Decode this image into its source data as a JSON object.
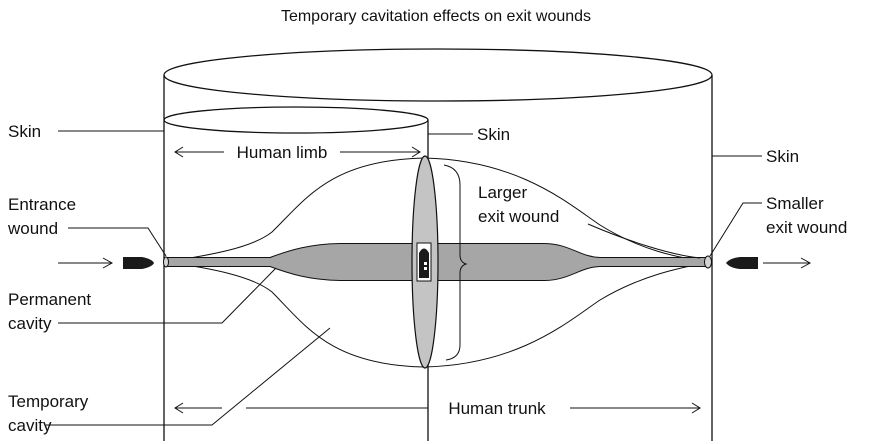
{
  "title": "Temporary cavitation effects on exit wounds",
  "labels": {
    "skin_left": "Skin",
    "skin_middle": "Skin",
    "skin_right": "Skin",
    "human_limb": "Human limb",
    "human_trunk": "Human trunk",
    "entrance_wound_1": "Entrance",
    "entrance_wound_2": "wound",
    "permanent_cavity_1": "Permanent",
    "permanent_cavity_2": "cavity",
    "temporary_cavity_1": "Temporary",
    "temporary_cavity_2": "cavity",
    "larger_exit_1": "Larger",
    "larger_exit_2": "exit wound",
    "smaller_exit_1": "Smaller",
    "smaller_exit_2": "exit wound"
  },
  "colors": {
    "line": "#111111",
    "cavity_fill": "#a6a6a6",
    "limb_section_fill": "#c4c4c4",
    "bullet": "#1a1a1a",
    "background": "#ffffff"
  }
}
